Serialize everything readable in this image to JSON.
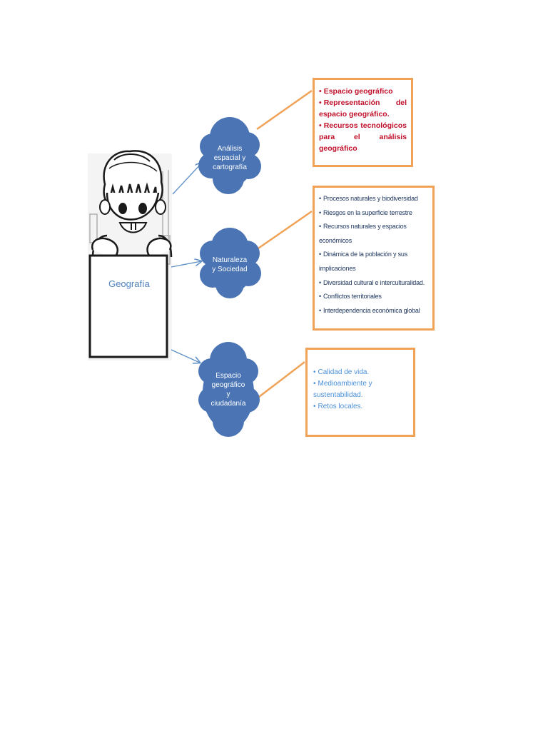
{
  "diagram": {
    "center_label": "Geografía",
    "nodes": [
      {
        "label_lines": [
          "Análisis",
          "espacial y",
          "cartografía"
        ]
      },
      {
        "label_lines": [
          "Naturaleza",
          "y Sociedad"
        ]
      },
      {
        "label_lines": [
          "Espacio",
          "geográfico",
          "y",
          "ciudadanía"
        ]
      }
    ],
    "boxes": [
      {
        "items": [
          "Espacio geográfico",
          "Representación del espacio geográfico.",
          "Recursos tecnológicos para el análisis geográfico"
        ]
      },
      {
        "items": [
          "Procesos naturales y biodiversidad",
          "Riesgos en la superficie terrestre",
          "Recursos naturales y espacios económicos",
          "Dinámica de la población y sus implicaciones",
          "Diversidad cultural e interculturalidad.",
          "Conflictos territoriales",
          "Interdependencia económica global"
        ]
      },
      {
        "items": [
          "Calidad de vida.",
          "Medioambiente y sustentabilidad.",
          "Retos locales."
        ]
      }
    ],
    "colors": {
      "cloud_fill": "#4a74b3",
      "cloud_text": "#ffffff",
      "box_border": "#f0a257",
      "connector": "#f0a257",
      "arrow": "#5b8ec4",
      "box1_text": "#c0102a",
      "box2_text": "#1f3760",
      "box3_text": "#4a8fd8",
      "center_text": "#4f81bd"
    },
    "illustration": "child-holding-sign"
  }
}
